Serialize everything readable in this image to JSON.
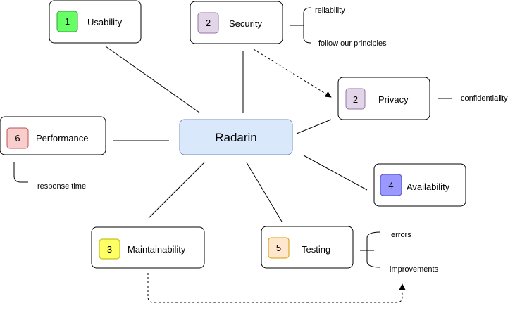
{
  "center": {
    "label": "Radarin"
  },
  "nodes": {
    "usability": {
      "number": "1",
      "label": "Usability",
      "badge_fill": "#66ff66",
      "badge_stroke": "#3a9d3a"
    },
    "security": {
      "number": "2",
      "label": "Security",
      "badge_fill": "#e1d5e7",
      "badge_stroke": "#9673a6"
    },
    "privacy": {
      "number": "2",
      "label": "Privacy",
      "badge_fill": "#e1d5e7",
      "badge_stroke": "#9673a6"
    },
    "performance": {
      "number": "6",
      "label": "Performance",
      "badge_fill": "#f8cecc",
      "badge_stroke": "#b85450"
    },
    "availability": {
      "number": "4",
      "label": "Availability",
      "badge_fill": "#9999ff",
      "badge_stroke": "#4d4dbf"
    },
    "maintainability": {
      "number": "3",
      "label": "Maintainability",
      "badge_fill": "#ffff66",
      "badge_stroke": "#b3b300"
    },
    "testing": {
      "number": "5",
      "label": "Testing",
      "badge_fill": "#ffe6cc",
      "badge_stroke": "#d79b00"
    }
  },
  "notes": {
    "reliability": "reliability",
    "principles": "follow our principles",
    "confidentiality": "confidentiality",
    "response_time": "response time",
    "errors": "errors",
    "improvements": "improvements"
  },
  "colors": {
    "center_fill": "#dae8fc",
    "center_stroke": "#6c8ebf"
  }
}
